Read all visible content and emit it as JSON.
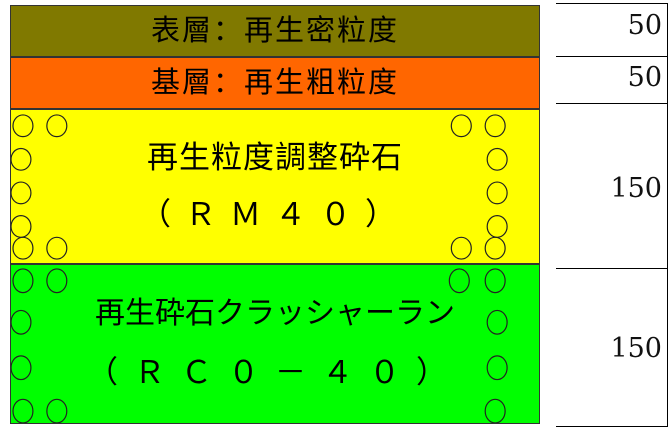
{
  "layers": [
    {
      "title": "表層：再生密粒度",
      "subtitle": "",
      "color": "#807900",
      "thickness": "50"
    },
    {
      "title": "基層：再生粗粒度",
      "subtitle": "",
      "color": "#ff6600",
      "thickness": "50"
    },
    {
      "title": "再生粒度調整砕石",
      "subtitle": "（ＲＭ４０）",
      "color": "#ffff00",
      "thickness": "150"
    },
    {
      "title": "再生砕石クラッシャーラン",
      "subtitle": "（ＲＣ０－４０）",
      "color": "#00ff00",
      "thickness": "150"
    }
  ]
}
